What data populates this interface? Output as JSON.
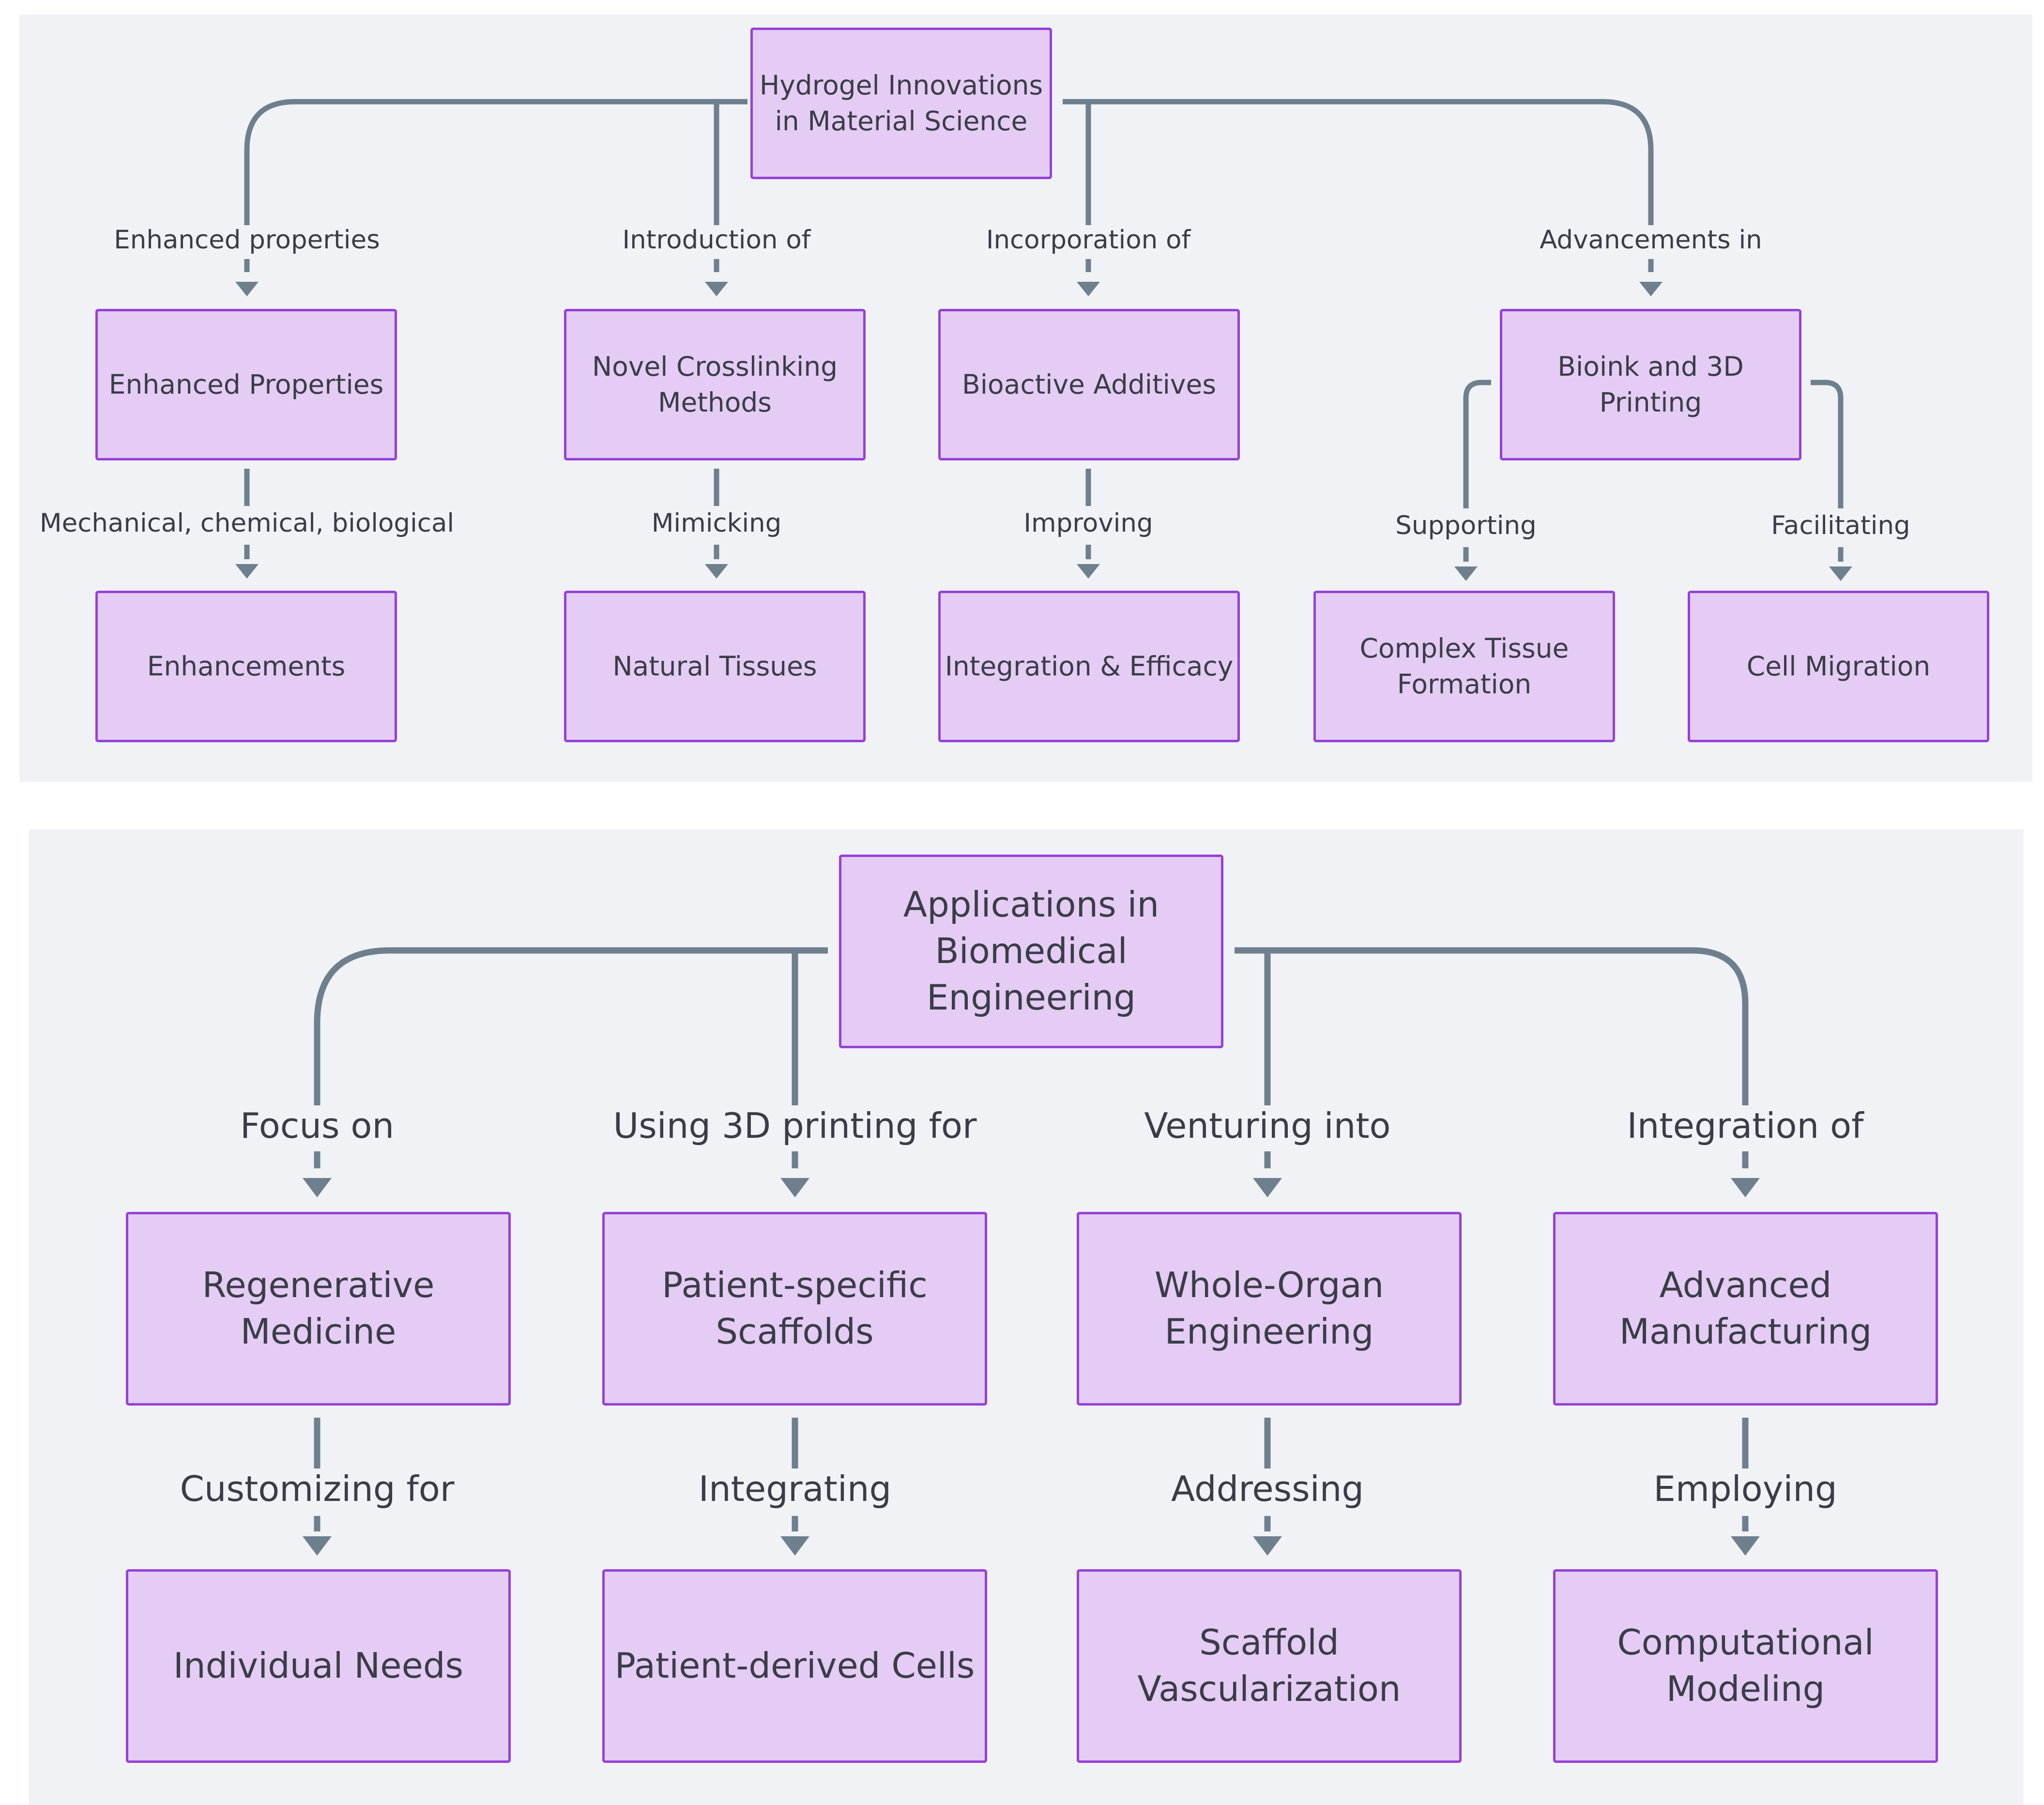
{
  "colors": {
    "panel_bg": "#f0f2f6",
    "node_fill": "#e4ccf4",
    "node_border": "#9640d8",
    "edge": "#6e7f8e",
    "text": "#3a3d47"
  },
  "diagram1": {
    "root": "Hydrogel Innovations\nin Material Science",
    "branches": [
      {
        "edge_label": "Enhanced properties",
        "node": "Enhanced Properties",
        "child_edge_label": "Mechanical, chemical, biological",
        "child": "Enhancements"
      },
      {
        "edge_label": "Introduction of",
        "node": "Novel Crosslinking\nMethods",
        "child_edge_label": "Mimicking",
        "child": "Natural Tissues"
      },
      {
        "edge_label": "Incorporation of",
        "node": "Bioactive Additives",
        "child_edge_label": "Improving",
        "child": "Integration & Efficacy"
      },
      {
        "edge_label": "Advancements in",
        "node": "Bioink and 3D\nPrinting",
        "children": [
          {
            "edge_label": "Supporting",
            "node": "Complex Tissue\nFormation"
          },
          {
            "edge_label": "Facilitating",
            "node": "Cell Migration"
          }
        ]
      }
    ]
  },
  "diagram2": {
    "root": "Applications in\nBiomedical\nEngineering",
    "branches": [
      {
        "edge_label": "Focus on",
        "node": "Regenerative\nMedicine",
        "child_edge_label": "Customizing for",
        "child": "Individual Needs"
      },
      {
        "edge_label": "Using 3D printing for",
        "node": "Patient-specific\nScaffolds",
        "child_edge_label": "Integrating",
        "child": "Patient-derived Cells"
      },
      {
        "edge_label": "Venturing into",
        "node": "Whole-Organ\nEngineering",
        "child_edge_label": "Addressing",
        "child": "Scaffold\nVascularization"
      },
      {
        "edge_label": "Integration of",
        "node": "Advanced\nManufacturing",
        "child_edge_label": "Employing",
        "child": "Computational\nModeling"
      }
    ]
  }
}
